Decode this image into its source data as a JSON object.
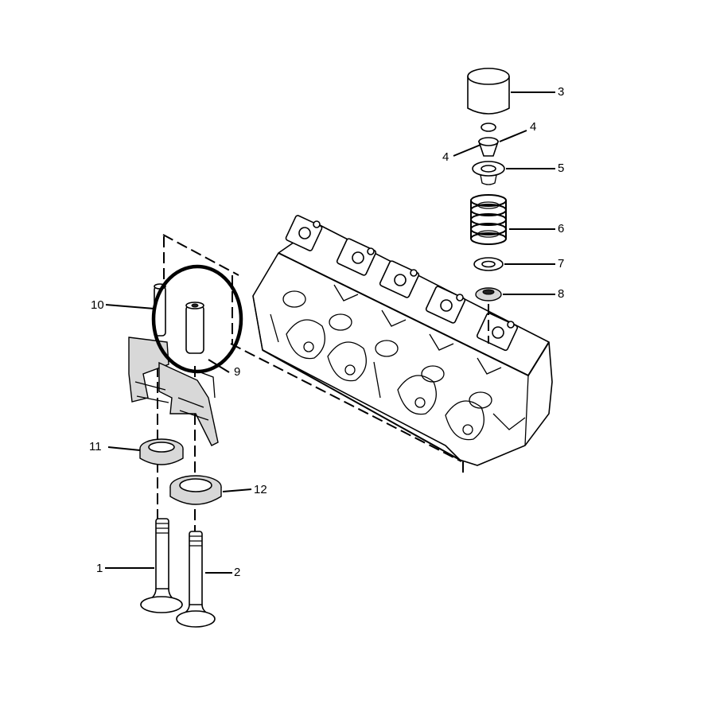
{
  "callouts": [
    {
      "id": "1",
      "label": "1"
    },
    {
      "id": "2",
      "label": "2"
    },
    {
      "id": "3",
      "label": "3"
    },
    {
      "id": "4a",
      "label": "4"
    },
    {
      "id": "4b",
      "label": "4"
    },
    {
      "id": "5",
      "label": "5"
    },
    {
      "id": "6",
      "label": "6"
    },
    {
      "id": "7",
      "label": "7"
    },
    {
      "id": "8",
      "label": "8"
    },
    {
      "id": "9",
      "label": "9"
    },
    {
      "id": "10",
      "label": "10"
    },
    {
      "id": "11",
      "label": "11"
    },
    {
      "id": "12",
      "label": "12"
    }
  ],
  "colors": {
    "line": "#000000",
    "background": "#ffffff",
    "shade": "#d8d8d8"
  }
}
